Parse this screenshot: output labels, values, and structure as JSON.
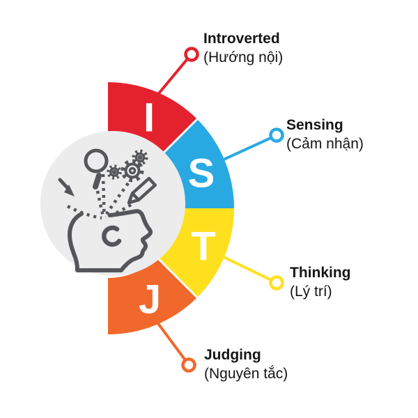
{
  "diagram": {
    "type_code": "ISTJ",
    "center_icon": "head-with-ideas",
    "shape": "half-donut-right"
  },
  "segments": [
    {
      "letter": "I",
      "name": "Introverted",
      "translation": "(Hướng nội)",
      "color": "#e4222d"
    },
    {
      "letter": "S",
      "name": "Sensing",
      "translation": "(Cảm nhận)",
      "color": "#29a9e1"
    },
    {
      "letter": "T",
      "name": "Thinking",
      "translation": "(Lý trí)",
      "color": "#ffe01e"
    },
    {
      "letter": "J",
      "name": "Judging",
      "translation": "(Nguyên tắc)",
      "color": "#f0682c"
    }
  ],
  "colors": {
    "background": "#ffffff",
    "center_circle": "#ececec",
    "icon_stroke": "#55565a",
    "letter": "#ffffff",
    "label_text": "#151515"
  }
}
